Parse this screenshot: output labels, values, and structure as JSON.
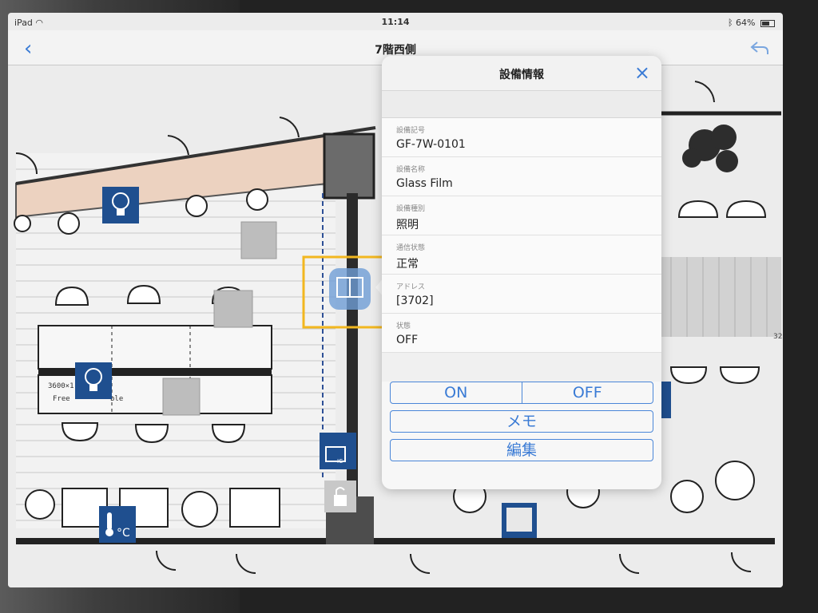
{
  "status_bar": {
    "device": "iPad",
    "time": "11:14",
    "battery": "64%",
    "battery_level": 0.64
  },
  "nav": {
    "back_icon": "chevron-left-icon",
    "title": "7階西側",
    "undo_icon": "undo-icon"
  },
  "floorplan": {
    "texts": [
      "3600×1",
      "Free",
      "ble",
      "32"
    ]
  },
  "popover": {
    "title": "設備情報",
    "close_label": "×",
    "fields": [
      {
        "label": "設備記号",
        "value": "GF-7W-0101"
      },
      {
        "label": "設備名称",
        "value": "Glass Film"
      },
      {
        "label": "設備種別",
        "value": "照明"
      },
      {
        "label": "通信状態",
        "value": "正常"
      },
      {
        "label": "アドレス",
        "value": "[3702]"
      },
      {
        "label": "状態",
        "value": "OFF"
      }
    ],
    "on_label": "ON",
    "off_label": "OFF",
    "memo_label": "メモ",
    "edit_label": "編集"
  },
  "colors": {
    "accent": "#3a7bd5",
    "icon_bg": "#1f4f8f",
    "highlight": "#f2b71f"
  }
}
